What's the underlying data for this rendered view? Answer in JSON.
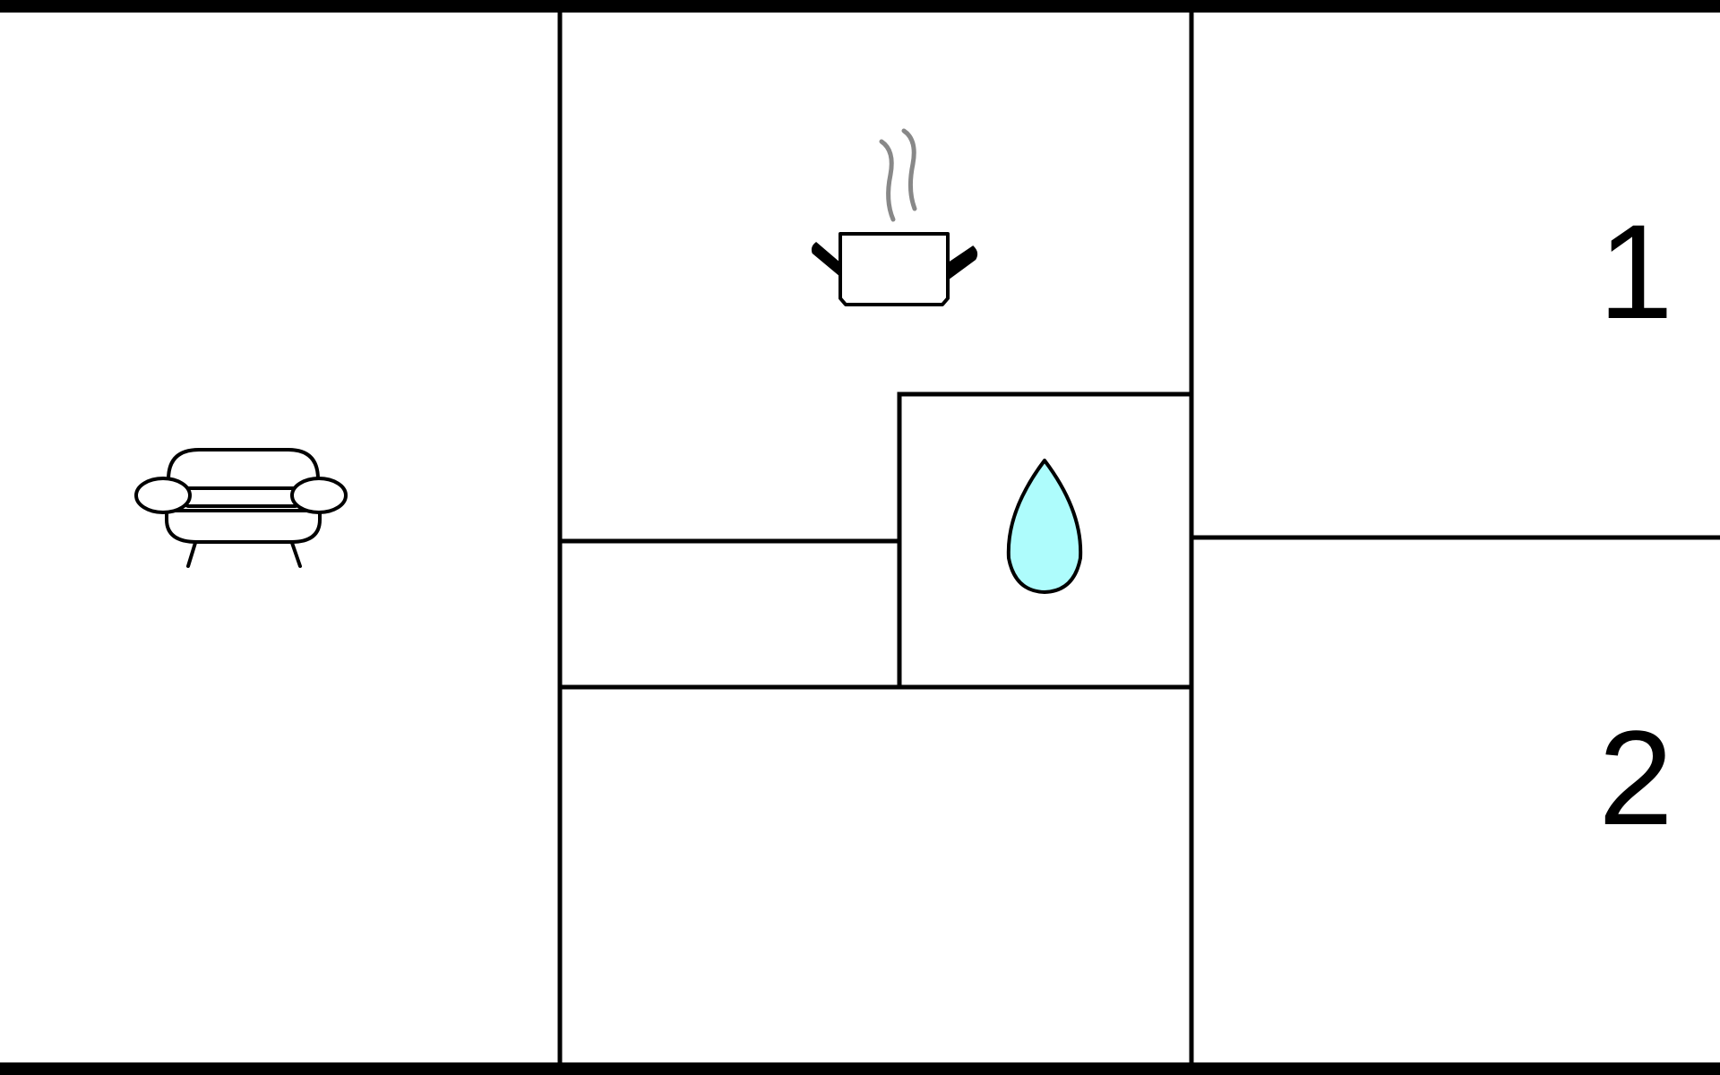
{
  "floorplan": {
    "rooms": [
      {
        "id": "living-room",
        "icon": "sofa-icon"
      },
      {
        "id": "kitchen",
        "icon": "cooking-pot-icon"
      },
      {
        "id": "bathroom",
        "icon": "water-drop-icon"
      },
      {
        "id": "storage",
        "icon": ""
      },
      {
        "id": "hall",
        "icon": ""
      },
      {
        "id": "bedroom-1",
        "label": "1"
      },
      {
        "id": "bedroom-2",
        "label": "2"
      }
    ],
    "labels": {
      "room_1": "1",
      "room_2": "2"
    },
    "colors": {
      "wall": "#000000",
      "steam": "#888888",
      "water": "#aefcfc",
      "background": "#ffffff"
    }
  }
}
